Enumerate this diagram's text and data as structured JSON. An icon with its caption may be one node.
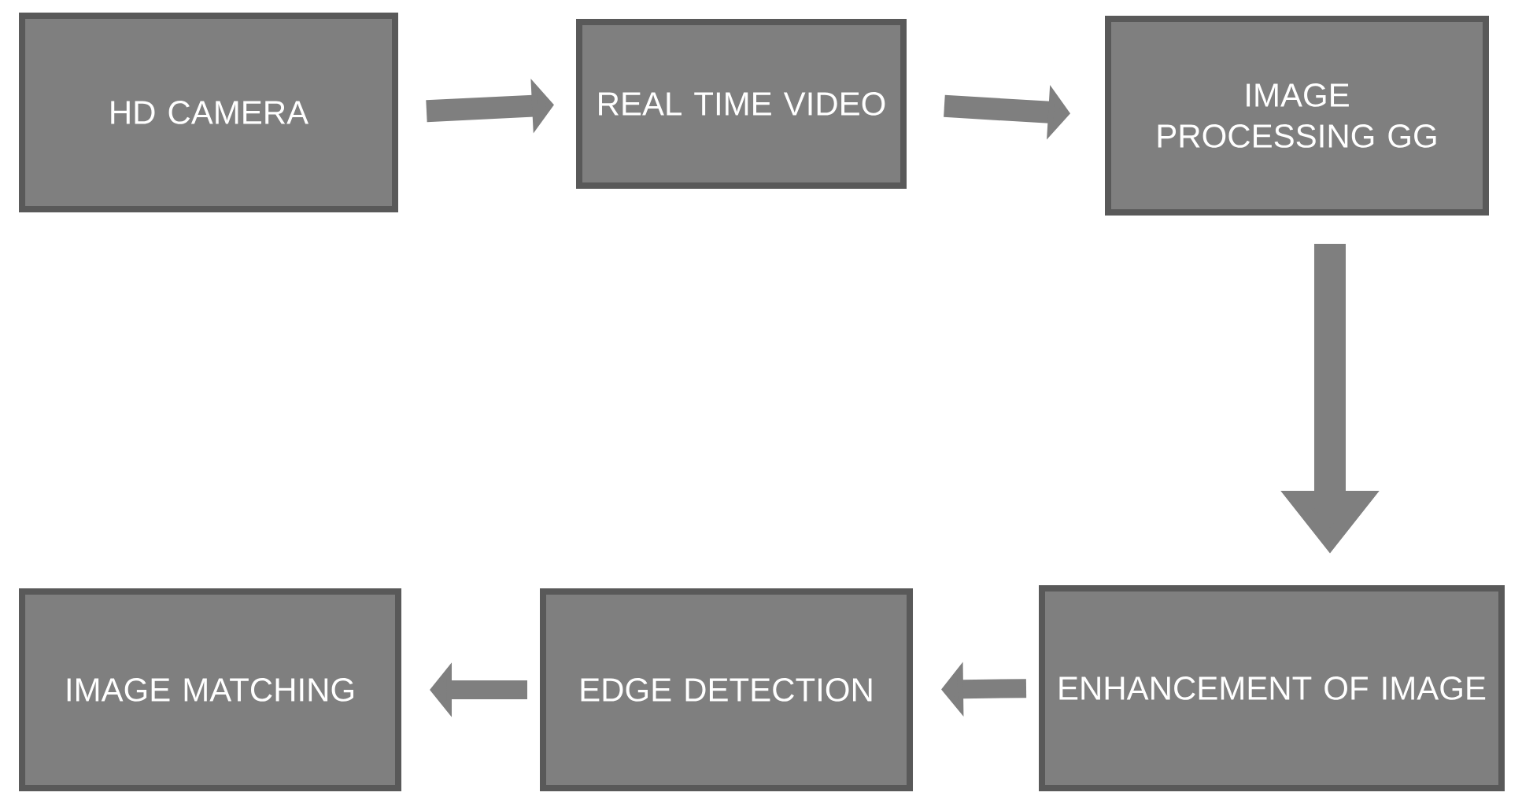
{
  "diagram": {
    "nodes": [
      {
        "text": [
          "HD CAMERA"
        ]
      },
      {
        "text": [
          "REAL TIME VIDEO"
        ]
      },
      {
        "text": [
          "IMAGE PROCESSING GG"
        ]
      },
      {
        "text": [
          "ENHANCEMENT OF IMAGE"
        ]
      },
      {
        "text": [
          "EDGE DETECTION"
        ]
      },
      {
        "text": [
          "IMAGE MATCHING"
        ]
      }
    ],
    "edges": [
      {
        "from": 0,
        "to": 1,
        "arrow": "to"
      },
      {
        "from": 1,
        "to": 2,
        "arrow": "to"
      },
      {
        "from": 2,
        "to": 3,
        "arrow": "to"
      },
      {
        "from": 3,
        "to": 4,
        "arrow": "to"
      },
      {
        "from": 4,
        "to": 5,
        "arrow": "to"
      }
    ]
  }
}
